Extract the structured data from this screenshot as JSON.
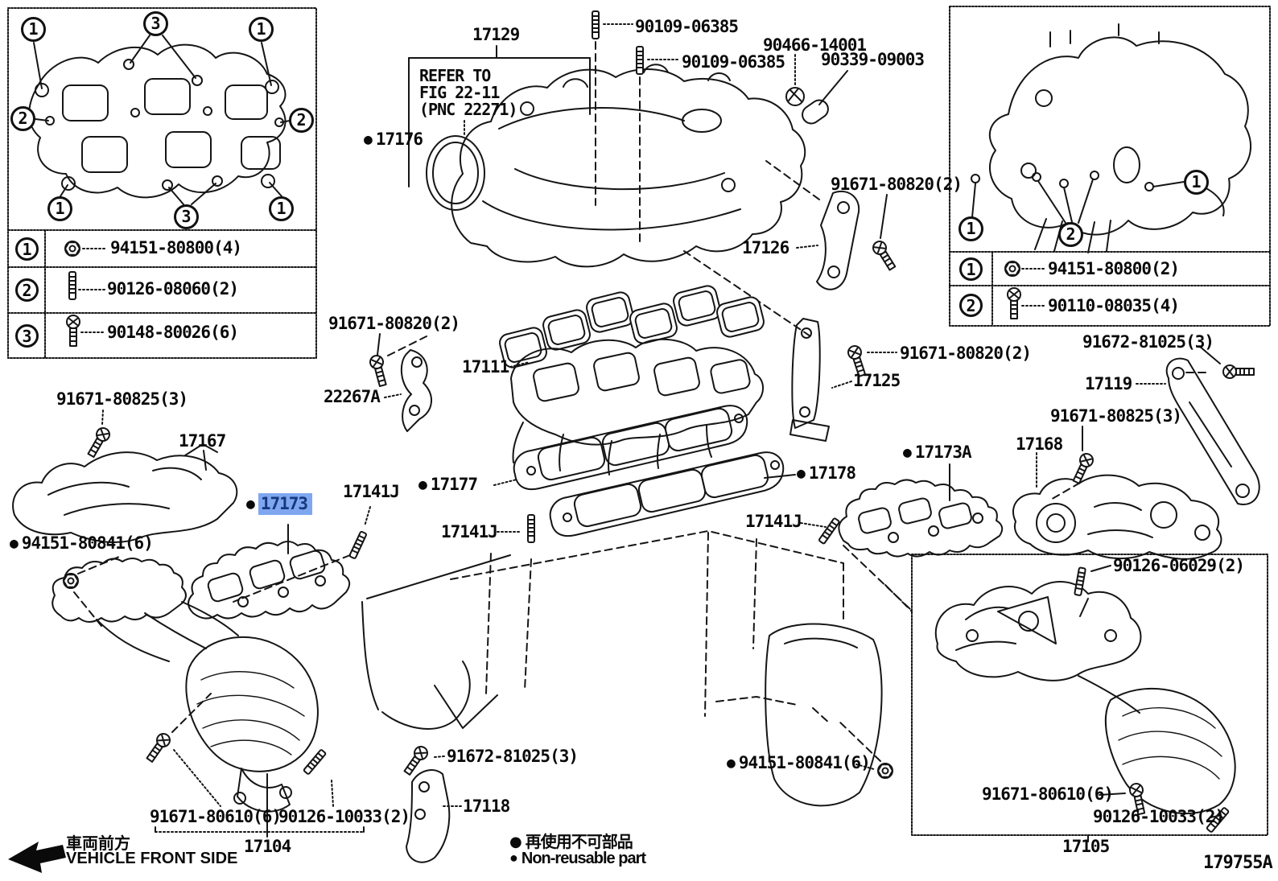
{
  "diagram": {
    "code": "179755A",
    "highlight": {
      "bg": "#7EA7F0",
      "fg": "#16387E",
      "part": "17173"
    }
  },
  "insets": {
    "top_left": {
      "callouts": [
        "1",
        "3",
        "1",
        "2",
        "2",
        "1",
        "3",
        "1"
      ],
      "legend": [
        {
          "key": "1",
          "icon": "nut-icon",
          "part": "94151-80800(4)"
        },
        {
          "key": "2",
          "icon": "stud-icon",
          "part": "90126-08060(2)"
        },
        {
          "key": "3",
          "icon": "bolt-icon",
          "part": "90148-80026(6)"
        }
      ]
    },
    "top_right": {
      "callouts": [
        "1",
        "2",
        "1"
      ],
      "legend": [
        {
          "key": "1",
          "icon": "nut-icon",
          "part": "94151-80800(2)"
        },
        {
          "key": "2",
          "icon": "bolt-icon",
          "part": "90110-08035(4)"
        }
      ]
    }
  },
  "refer_note": {
    "line1": "REFER TO",
    "line2": "FIG 22-11",
    "line3": "(PNC 22271)"
  },
  "labels": {
    "l17129": "17129",
    "l90109a": "90109-06385",
    "l90109b": "90109-06385",
    "l90466": "90466-14001",
    "l90339": "90339-09003",
    "l17176": "17176",
    "l91671_80820a": "91671-80820(2)",
    "l22267a": "22267A",
    "l17111": "17111",
    "l91671_80820b": "91671-80820(2)",
    "l17126": "17126",
    "l91671_80820c": "91671-80820(2)",
    "l17125": "17125",
    "l91672_81025a": "91672-81025(3)",
    "l17119": "17119",
    "l91671_80825a": "91671-80825(3)",
    "l17168": "17168",
    "l17173a": "17173A",
    "l17178": "17178",
    "l17177": "17177",
    "l17141j_a": "17141J",
    "l17141j_b": "17141J",
    "l17141j_c": "17141J",
    "l17173": "17173",
    "l17167": "17167",
    "l91671_80825b": "91671-80825(3)",
    "l94151_80841a": "94151-80841(6)",
    "l91671_80610a": "91671-80610(6)",
    "l90126_10033a": "90126-10033(2)",
    "l17104": "17104",
    "l91672_81025b": "91672-81025(3)",
    "l17118": "17118",
    "l94151_80841b": "94151-80841(6)",
    "l90126_06029": "90126-06029(2)",
    "l91671_80610b": "91671-80610(6)",
    "l90126_10033b": "90126-10033(2)",
    "l17105": "17105"
  },
  "footer": {
    "front_jp": "車両前方",
    "front_en": "VEHICLE FRONT SIDE",
    "nonreusable_jp": "再使用不可部品",
    "nonreusable_en": "Non-reusable part"
  }
}
